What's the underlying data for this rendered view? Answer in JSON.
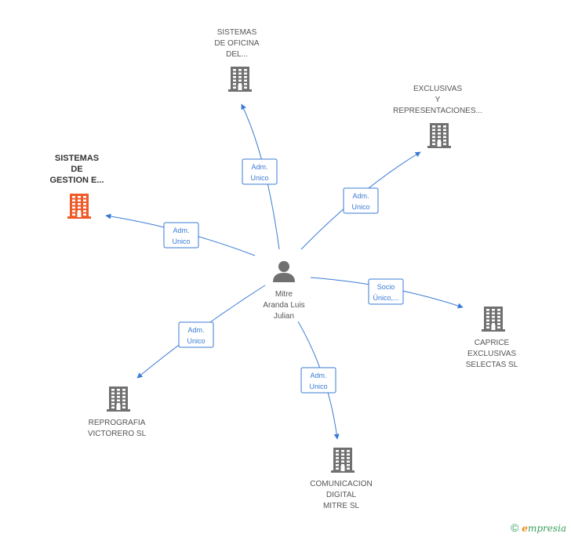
{
  "colors": {
    "edge": "#3a7bd5",
    "building": "#707070",
    "highlight": "#f05a28",
    "person": "#707070"
  },
  "center": {
    "id": "mitre",
    "label_lines": [
      "Mitre",
      "Aranda Luis",
      "Julian"
    ],
    "icon": "person-icon"
  },
  "nodes": [
    {
      "id": "oficina",
      "label_lines": [
        "SISTEMAS",
        "DE OFICINA",
        "DEL..."
      ],
      "icon": "building-icon",
      "highlight": false
    },
    {
      "id": "exclusivas",
      "label_lines": [
        "EXCLUSIVAS",
        "Y",
        "REPRESENTACIONES..."
      ],
      "icon": "building-icon",
      "highlight": false
    },
    {
      "id": "gestion",
      "label_lines": [
        "SISTEMAS",
        "DE",
        "GESTION E..."
      ],
      "icon": "building-icon",
      "highlight": true
    },
    {
      "id": "caprice",
      "label_lines": [
        "CAPRICE",
        "EXCLUSIVAS",
        "SELECTAS SL"
      ],
      "icon": "building-icon",
      "highlight": false
    },
    {
      "id": "reprografia",
      "label_lines": [
        "REPROGRAFIA",
        "VICTORERO SL"
      ],
      "icon": "building-icon",
      "highlight": false
    },
    {
      "id": "comunicacion",
      "label_lines": [
        "COMUNICACION",
        "DIGITAL",
        "MITRE SL"
      ],
      "icon": "building-icon",
      "highlight": false
    }
  ],
  "edges": [
    {
      "to": "oficina",
      "label_lines": [
        "Adm.",
        "Unico"
      ]
    },
    {
      "to": "exclusivas",
      "label_lines": [
        "Adm.",
        "Unico"
      ]
    },
    {
      "to": "gestion",
      "label_lines": [
        "Adm.",
        "Unico"
      ]
    },
    {
      "to": "caprice",
      "label_lines": [
        "Socio",
        "Único,..."
      ]
    },
    {
      "to": "reprografia",
      "label_lines": [
        "Adm.",
        "Unico"
      ]
    },
    {
      "to": "comunicacion",
      "label_lines": [
        "Adm.",
        "Unico"
      ]
    }
  ],
  "credit": {
    "copyright": "©",
    "brand_initial": "e",
    "brand_rest": "mpresia"
  }
}
